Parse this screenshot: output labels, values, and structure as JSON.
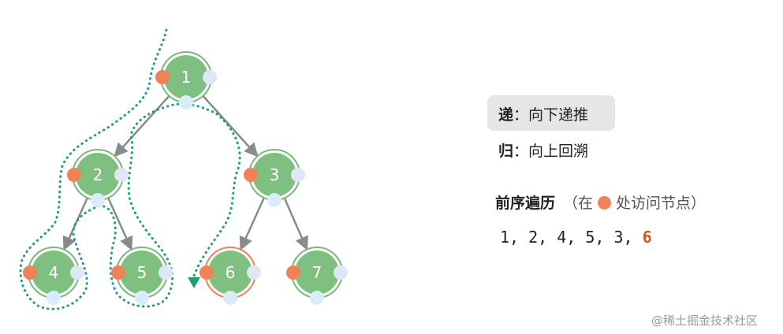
{
  "nodes": [
    {
      "id": "1",
      "label": "1"
    },
    {
      "id": "2",
      "label": "2"
    },
    {
      "id": "3",
      "label": "3"
    },
    {
      "id": "4",
      "label": "4"
    },
    {
      "id": "5",
      "label": "5"
    },
    {
      "id": "6",
      "label": "6"
    },
    {
      "id": "7",
      "label": "7"
    }
  ],
  "edges": [
    [
      "1",
      "2"
    ],
    [
      "1",
      "3"
    ],
    [
      "2",
      "4"
    ],
    [
      "2",
      "5"
    ],
    [
      "3",
      "6"
    ],
    [
      "3",
      "7"
    ]
  ],
  "current_node": "6",
  "legend": {
    "recurse_key": "递",
    "recurse_sep": "：",
    "recurse_text": "向下递推",
    "return_key": "归",
    "return_sep": "：",
    "return_text": "向上回溯"
  },
  "caption": {
    "title": "前序遍历",
    "note_open": "（在",
    "note_close": "处访问节点）"
  },
  "sequence": {
    "visited": "1, 2, 4, 5, 3, ",
    "current": "6"
  },
  "watermark": "@稀土掘金技术社区",
  "colors": {
    "node_fill": "#7fbf7f",
    "node_ring": "#7ab87a",
    "pre_dot": "#f08159",
    "in_dot": "#dfe7f7",
    "post_dot": "#d9ecfa",
    "edge": "#8a8a8a",
    "path": "#1f9e7a",
    "current_ring": "#f08159"
  }
}
